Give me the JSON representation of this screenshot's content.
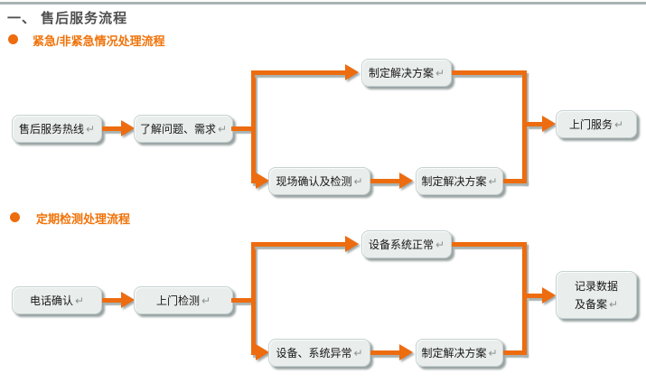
{
  "page": {
    "title": "一、 售后服务流程"
  },
  "glyphs": {
    "return_mark": "↵"
  },
  "colors": {
    "accent_orange": "#ed6c0f",
    "heading_orange": "#f0730a",
    "title_gray": "#4f4f4f",
    "box_fill": "#e9edec",
    "box_border": "#c5d1d0",
    "shadow_gray": "#9aa3a3"
  },
  "sections": [
    {
      "heading": "紧急/非紧急情况处理流程",
      "nodes": {
        "start": "售后服务热线",
        "inquiry": "了解问题、需求",
        "branch_top": "制定解决方案",
        "branch_bottom_1": "现场确认及检测",
        "branch_bottom_2": "制定解决方案",
        "end": "上门服务"
      }
    },
    {
      "heading": "定期检测处理流程",
      "nodes": {
        "start": "电话确认",
        "inquiry": "上门检测",
        "branch_top": "设备系统正常",
        "branch_bottom_1": "设备、系统异常",
        "branch_bottom_2": "制定解决方案",
        "end_line1": "记录数据",
        "end_line2": "及备案"
      }
    }
  ]
}
